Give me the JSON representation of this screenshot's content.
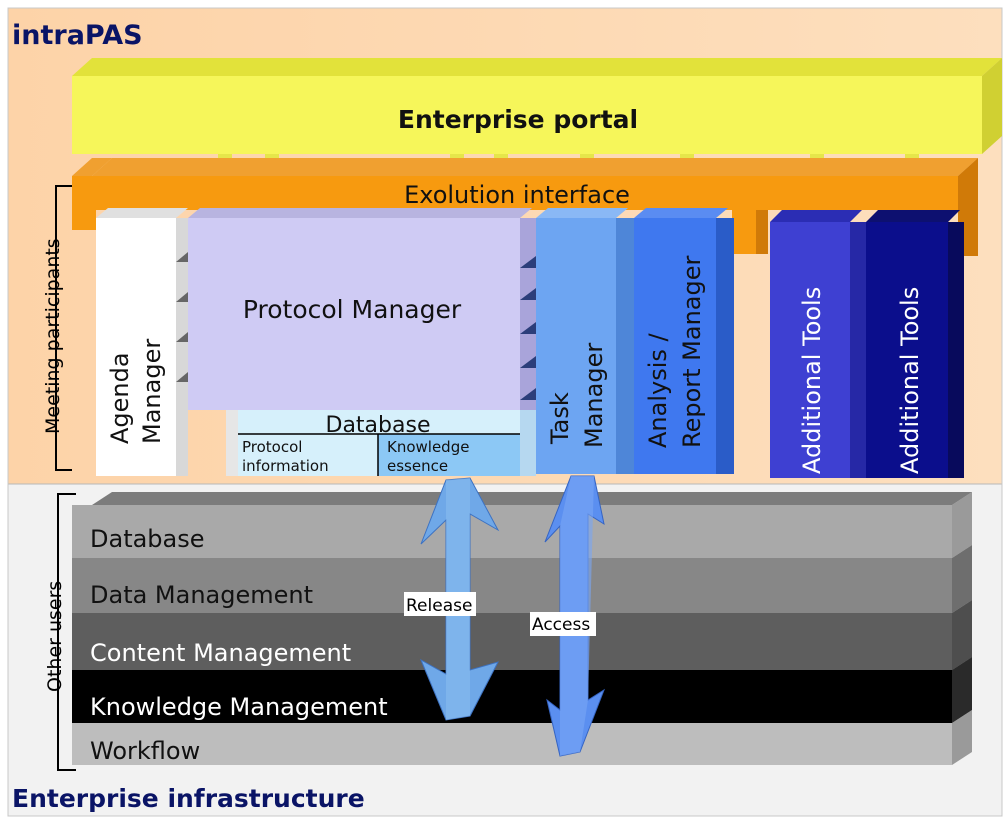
{
  "top_region": {
    "title": "intraPAS",
    "side_label": "Meeting participants"
  },
  "portal": {
    "label": "Enterprise portal"
  },
  "interface": {
    "label": "Exolution interface"
  },
  "modules": {
    "agenda_manager": {
      "line1": "Agenda",
      "line2": "Manager"
    },
    "protocol_manager": {
      "label": "Protocol Manager"
    },
    "database": {
      "label": "Database",
      "left_cell": {
        "line1": "Protocol",
        "line2": "information"
      },
      "right_cell": {
        "line1": "Knowledge",
        "line2": "essence"
      }
    },
    "task_manager": {
      "line1": "Task",
      "line2": "Manager"
    },
    "analysis_report_manager": {
      "line1": "Analysis /",
      "line2": "Report Manager"
    },
    "additional_tools_1": {
      "label": "Additional Tools"
    },
    "additional_tools_2": {
      "label": "Additional Tools"
    }
  },
  "bottom_region": {
    "title": "Enterprise infrastructure",
    "side_label": "Other users",
    "layers": [
      "Database",
      "Data Management",
      "Content Management",
      "Knowledge Management",
      "Workflow"
    ]
  },
  "arrows": {
    "release": "Release",
    "access": "Access"
  },
  "colors": {
    "top_bg": "#fdd5ab",
    "bottom_bg": "#f2f2f2",
    "title_text": "#0a1466",
    "portal": "#f6f65a",
    "interface": "#f79a0f",
    "protocol": "#cfcbf4",
    "database_bar": "#d6f0fb",
    "knowledge_cell": "#8cc8f5",
    "task": "#6da5f2",
    "analysis": "#3f78ef",
    "tools1": "#3e40d2",
    "tools2": "#0b0e8c",
    "arrow_release": "#6fa8e8",
    "arrow_access": "#5b8ff0"
  }
}
